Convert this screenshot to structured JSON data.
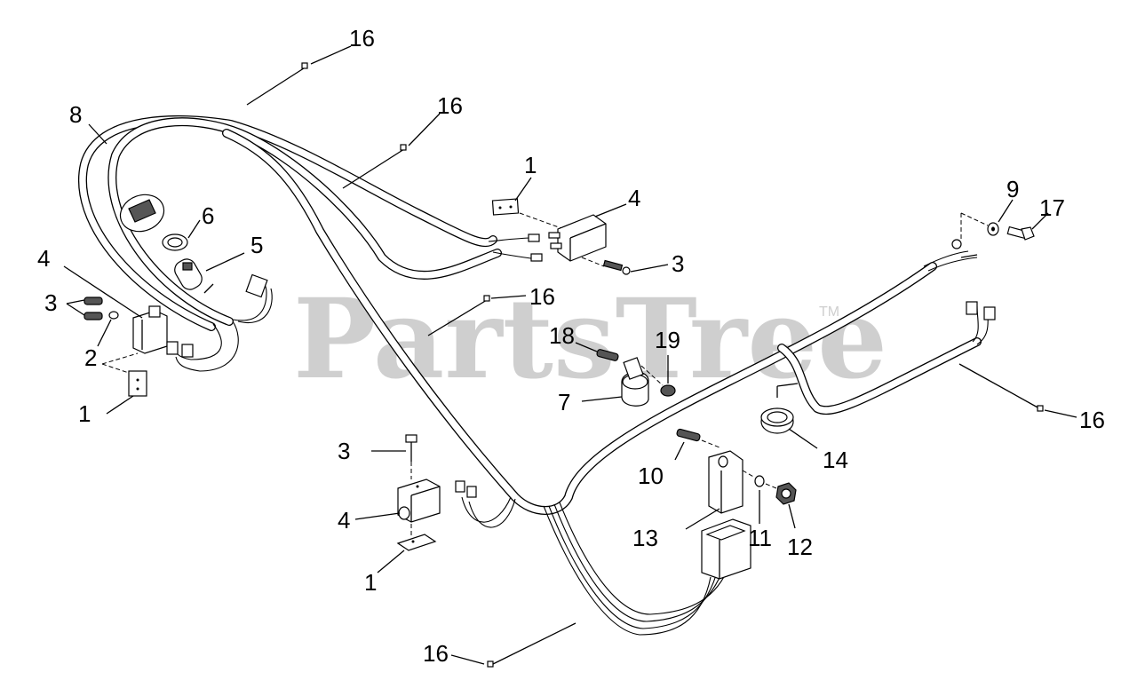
{
  "watermark": {
    "brand": "PartsTree",
    "trademark": "TM"
  },
  "callouts": [
    {
      "id": "c16a",
      "text": "16"
    },
    {
      "id": "c16b",
      "text": "16"
    },
    {
      "id": "c8",
      "text": "8"
    },
    {
      "id": "c6",
      "text": "6"
    },
    {
      "id": "c5",
      "text": "5"
    },
    {
      "id": "c4a",
      "text": "4"
    },
    {
      "id": "c3a",
      "text": "3"
    },
    {
      "id": "c2",
      "text": "2"
    },
    {
      "id": "c1a",
      "text": "1"
    },
    {
      "id": "c1b",
      "text": "1"
    },
    {
      "id": "c4b",
      "text": "4"
    },
    {
      "id": "c3b",
      "text": "3"
    },
    {
      "id": "c16c",
      "text": "16"
    },
    {
      "id": "c18",
      "text": "18"
    },
    {
      "id": "c19",
      "text": "19"
    },
    {
      "id": "c7",
      "text": "7"
    },
    {
      "id": "c9",
      "text": "9"
    },
    {
      "id": "c17",
      "text": "17"
    },
    {
      "id": "c16d",
      "text": "16"
    },
    {
      "id": "c14",
      "text": "14"
    },
    {
      "id": "c10",
      "text": "10"
    },
    {
      "id": "c13",
      "text": "13"
    },
    {
      "id": "c11",
      "text": "11"
    },
    {
      "id": "c12",
      "text": "12"
    },
    {
      "id": "c3c",
      "text": "3"
    },
    {
      "id": "c4c",
      "text": "4"
    },
    {
      "id": "c1c",
      "text": "1"
    },
    {
      "id": "c16e",
      "text": "16"
    }
  ]
}
